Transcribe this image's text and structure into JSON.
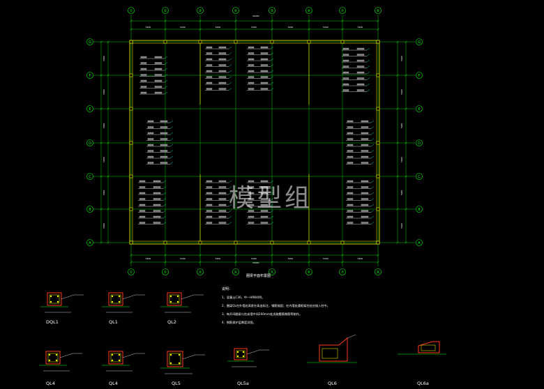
{
  "drawing": {
    "title": "圈梁平面布置图",
    "overall_dim": "30950",
    "col_axes": [
      "①",
      "②",
      "③",
      "④",
      "⑤",
      "⑥",
      "⑦",
      "⑧"
    ],
    "row_axes": [
      "G",
      "F",
      "E",
      "D",
      "C",
      "B",
      "A"
    ],
    "bay_dims": [
      "5200",
      "5200",
      "5200",
      "5200",
      "5200",
      "5200",
      "5200"
    ],
    "row_dims": [
      "5900",
      "5900",
      "5900",
      "5900",
      "5900",
      "5900"
    ]
  },
  "notes": {
    "heading": "说明：",
    "lines": [
      "1、混凝土C30，中—HRB400。",
      "2、圈梁QL在外墙处高差在高出标注，钢筋锚固；在内墙处遇框架柱处应锚入柱中。",
      "3、每开间圈梁与柱或墙中间200mm处选取腰筋钢筋等制作。",
      "4、钢筋保护层厚度详图。"
    ]
  },
  "sections": [
    {
      "id": "DQL1",
      "label": "DQL1"
    },
    {
      "id": "QL1",
      "label": "QL1"
    },
    {
      "id": "QL2",
      "label": "QL2"
    },
    {
      "id": "QL4",
      "label": "QL4"
    },
    {
      "id": "QL4b",
      "label": "QL4"
    },
    {
      "id": "QL5",
      "label": "QL5"
    },
    {
      "id": "QL5a",
      "label": "QL5a"
    },
    {
      "id": "QL6",
      "label": "QL6"
    },
    {
      "id": "QL6a",
      "label": "QL6a"
    }
  ],
  "watermark": "模型组",
  "colors": {
    "background": "#000000",
    "grid": "#00ff00",
    "wall": "#ffff00",
    "text": "#ffffff",
    "leader": "#00ffff",
    "section_red": "#ff3a1a"
  }
}
